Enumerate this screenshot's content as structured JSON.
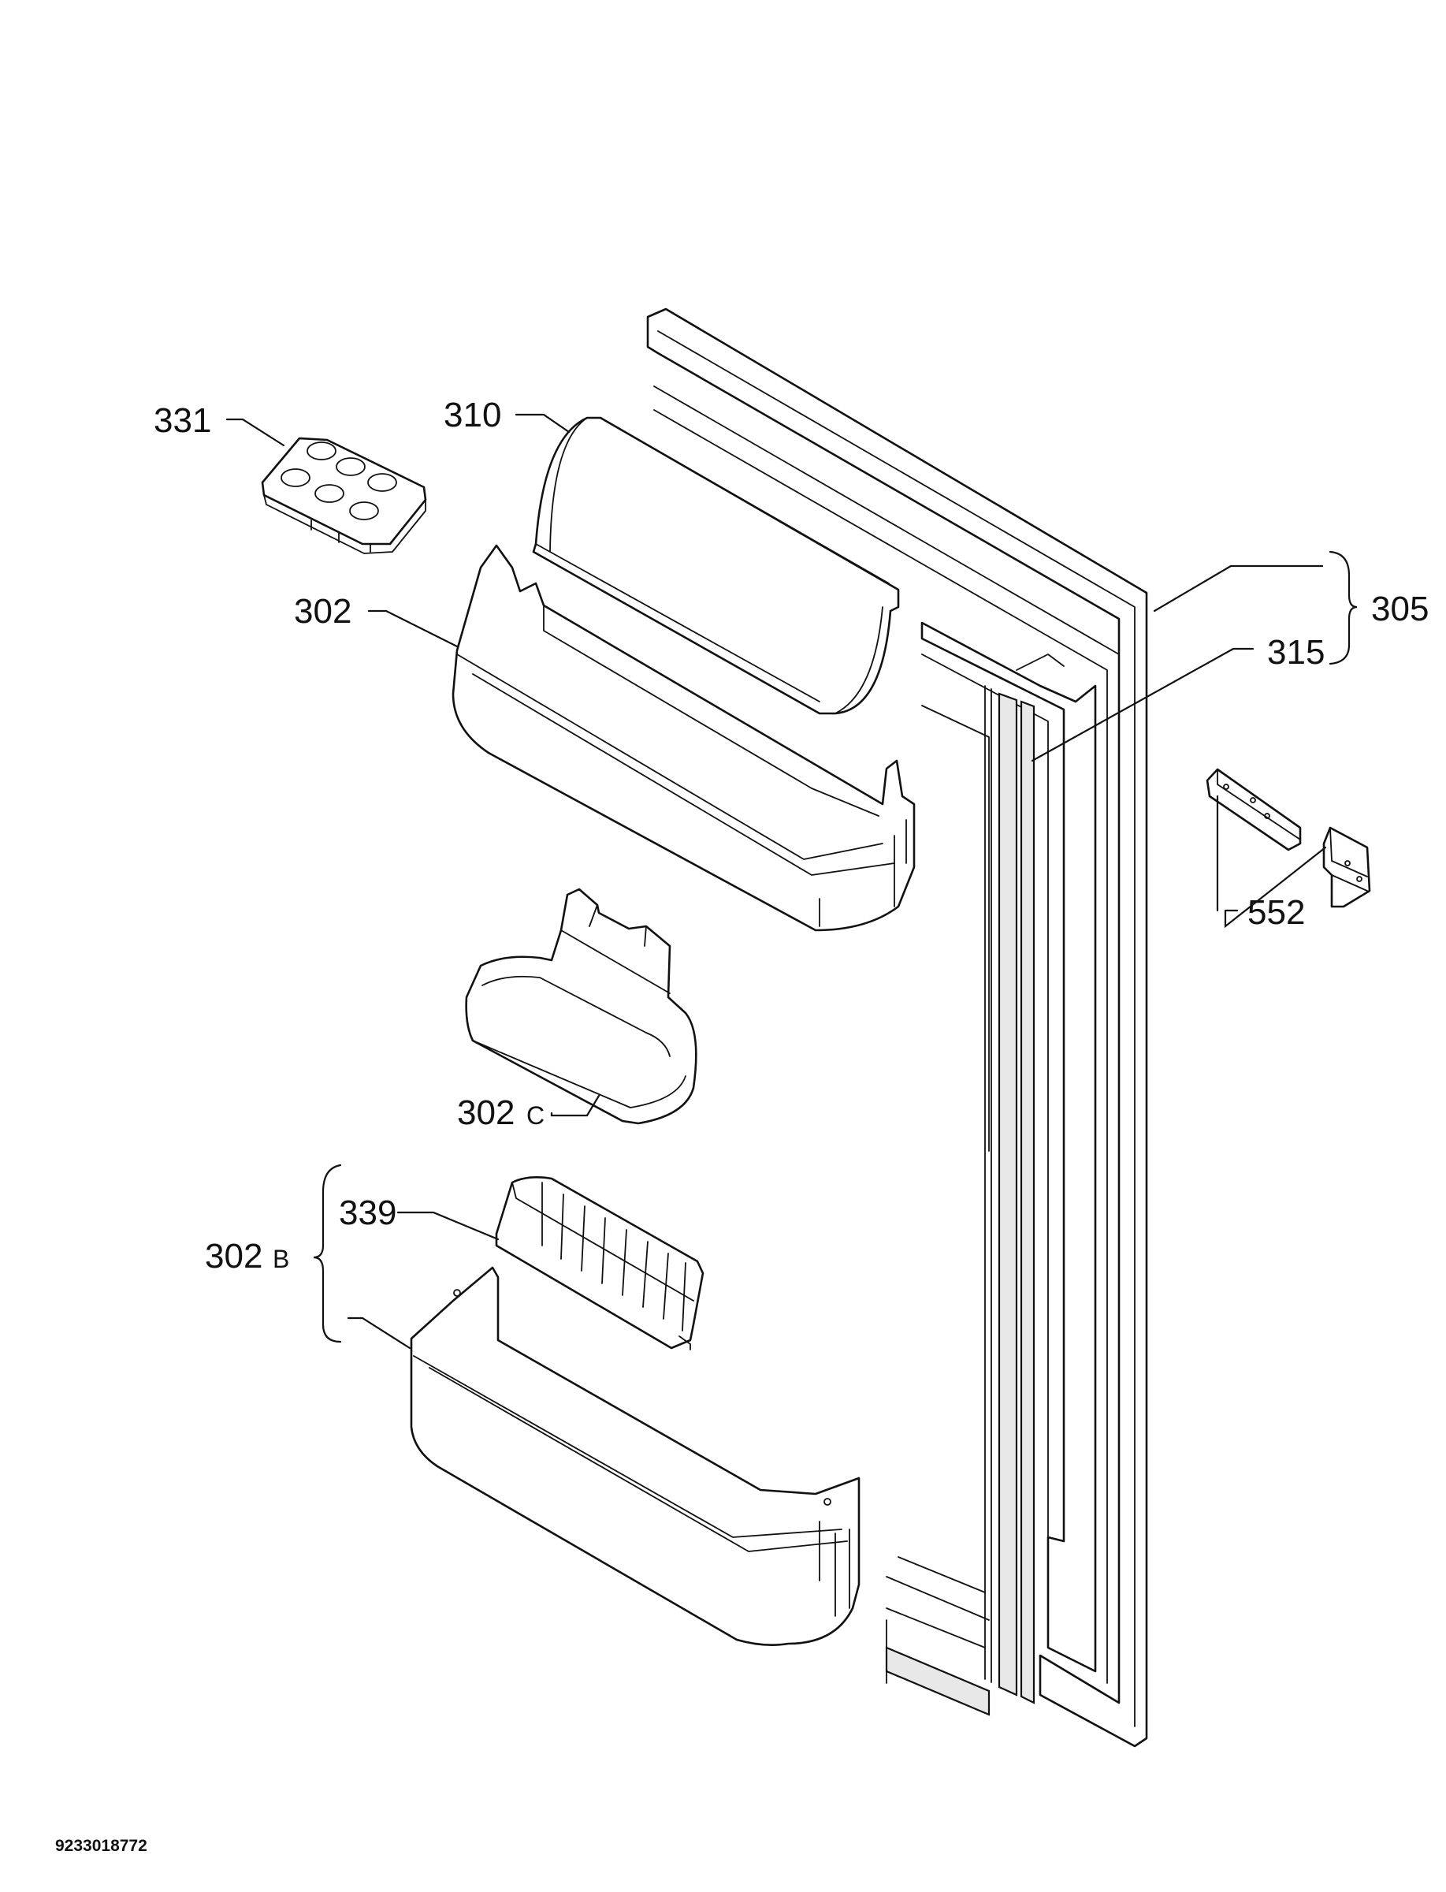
{
  "labels": {
    "p331": "331",
    "p310": "310",
    "p302": "302",
    "p305": "305",
    "p315": "315",
    "p552": "552",
    "p302c_num": "302",
    "p302c_suffix": "C",
    "p339": "339",
    "p302b_num": "302",
    "p302b_suffix": "B"
  },
  "document_number": "9233018772"
}
